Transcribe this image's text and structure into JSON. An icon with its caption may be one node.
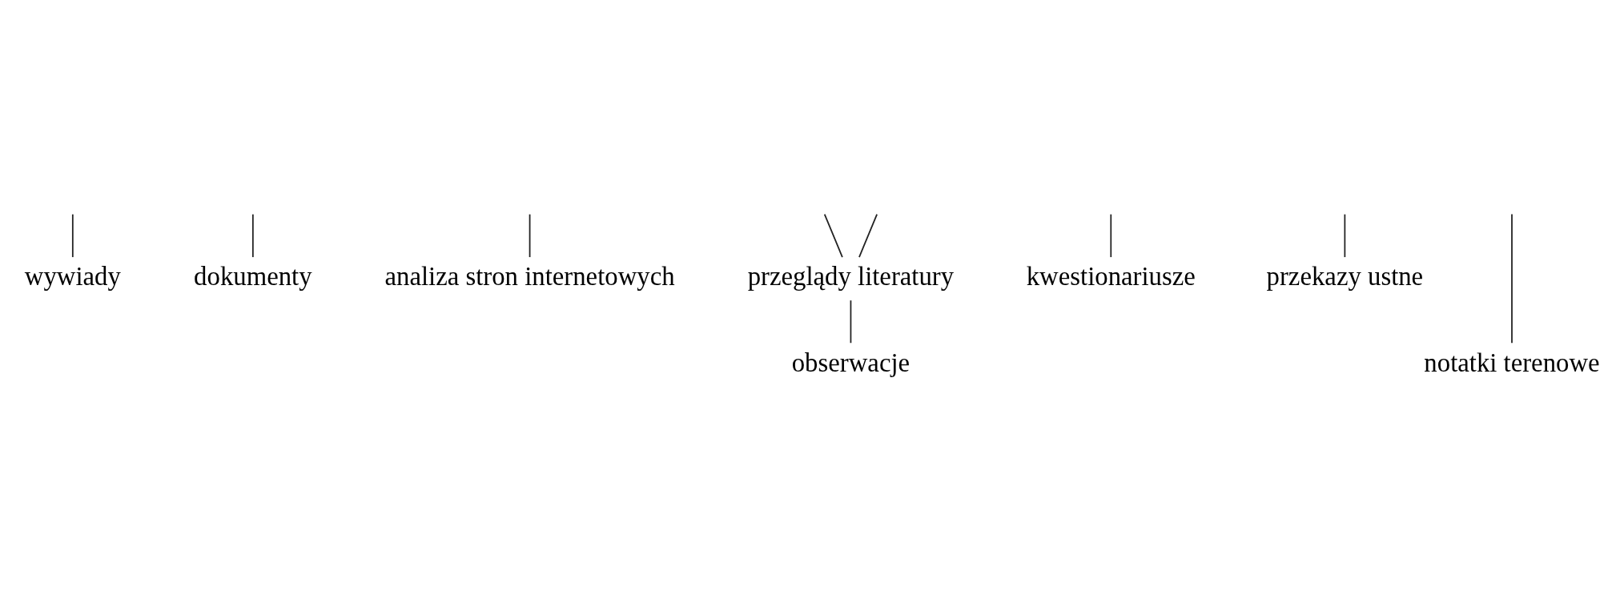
{
  "diagram": {
    "nodes": [
      {
        "text": [
          "wywiady"
        ]
      },
      {
        "text": [
          "dokumenty"
        ]
      },
      {
        "text": [
          "analiza stron internetowych"
        ]
      },
      {
        "text": [
          "przeglądy literatury"
        ]
      },
      {
        "text": [
          "kwestionariusze"
        ]
      },
      {
        "text": [
          "przekazy ustne"
        ]
      },
      {
        "text": [
          "obserwacje"
        ]
      },
      {
        "text": [
          "notatki terenowe"
        ]
      }
    ],
    "edges": [
      {
        "from": null,
        "to": 4,
        "arrow": "none"
      },
      {
        "from": null,
        "to": 0,
        "arrow": "none"
      },
      {
        "from": null,
        "to": 3,
        "arrow": "none"
      },
      {
        "from": null,
        "to": 1,
        "arrow": "none"
      },
      {
        "from": null,
        "to": 3,
        "arrow": "none"
      },
      {
        "from": null,
        "to": 7,
        "arrow": "none"
      },
      {
        "from": null,
        "to": 5,
        "arrow": "none"
      },
      {
        "from": null,
        "to": 2,
        "arrow": "none"
      },
      {
        "from": 3,
        "to": 6,
        "arrow": "none"
      }
    ]
  }
}
